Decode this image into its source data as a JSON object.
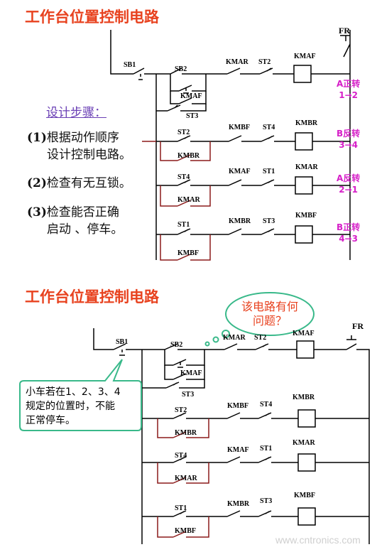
{
  "top": {
    "title": "工作台位置控制电路",
    "steps_heading": "设计步骤：",
    "steps": [
      {
        "num": "(1)",
        "line1": "根据动作顺序",
        "line2": "设计控制电路。"
      },
      {
        "num": "(2)",
        "line1": "检查有无互锁。",
        "line2": ""
      },
      {
        "num": "(3)",
        "line1": "检查能否正确",
        "line2": "启动 、停车。"
      }
    ],
    "labels": {
      "fr": "FR",
      "sb1": "SB1",
      "sb2": "SB2",
      "kmaf_hold": "KMAF",
      "st3_row1": "ST3",
      "kmar_row1": "KMAR",
      "st2_row1": "ST2",
      "coil_row1": "KMAF",
      "st2_row2": "ST2",
      "kmbr_hold": "KMBR",
      "kmbf_row2": "KMBF",
      "st4_row2": "ST4",
      "coil_row2": "KMBR",
      "st4_row3": "ST4",
      "kmar_hold": "KMAR",
      "kmaf_row3": "KMAF",
      "st1_row3": "ST1",
      "coil_row3": "KMAR",
      "st1_row4": "ST1",
      "kmbf_hold": "KMBF",
      "kmbr_row4": "KMBR",
      "st3_row4": "ST3",
      "coil_row4": "KMBF"
    },
    "dir": [
      {
        "l1": "A正转",
        "l2": "1→2"
      },
      {
        "l1": "B反转",
        "l2": "3→4"
      },
      {
        "l1": "A反转",
        "l2": "2→1"
      },
      {
        "l1": "B正转",
        "l2": "4→3"
      }
    ]
  },
  "bottom": {
    "title": "工作台位置控制电路",
    "thought_bubble": {
      "line1": "该电路有何",
      "line2": "问题？"
    },
    "speech_bubble": {
      "line1": "小车若在1、2、3、4",
      "line2": "规定的位置时，不能",
      "line3": "正常停车。"
    },
    "labels": {
      "fr": "FR",
      "sb1": "SB1",
      "sb2": "SB2",
      "kmaf_hold": "KMAF",
      "st3_row1": "ST3",
      "kmar_row1": "KMAR",
      "st2_row1": "ST2",
      "coil_row1": "KMAF",
      "st2_row2": "ST2",
      "kmbr_hold": "KMBR",
      "kmbf_row2": "KMBF",
      "st4_row2": "ST4",
      "coil_row2": "KMBR",
      "st4_row3": "ST4",
      "kmar_hold": "KMAR",
      "kmaf_row3": "KMAF",
      "st1_row3": "ST1",
      "coil_row3": "KMAR",
      "st1_row4": "ST1",
      "kmbf_hold": "KMBF",
      "kmbr_row4": "KMBR",
      "st3_row4": "ST3",
      "coil_row4": "KMBF"
    }
  },
  "watermark": "www.cntronics.com",
  "colors": {
    "title": "#e8421f",
    "heading": "#6a3fb5",
    "direction": "#d61fc8",
    "wire": "#000000",
    "hold_branch": "#8b1a1a",
    "bubble_stroke": "#39b98a",
    "bubble_fill": "#ffffff"
  }
}
